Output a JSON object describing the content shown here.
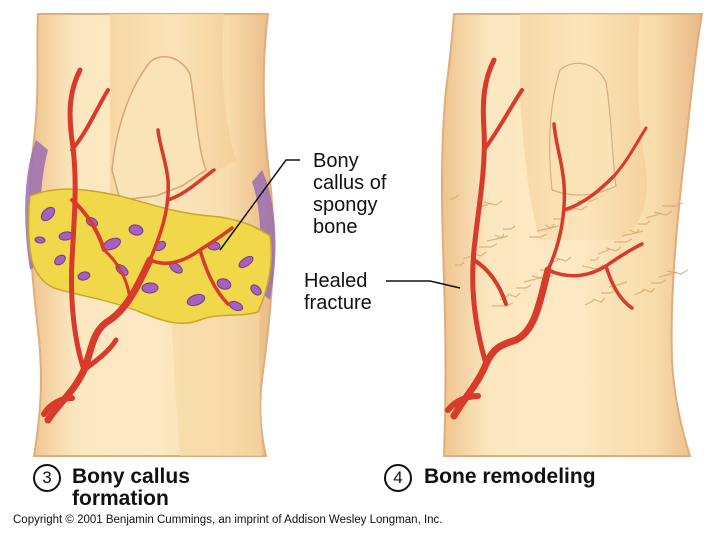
{
  "labels": {
    "callus": [
      "Bony",
      "callus of",
      "spongy",
      "bone"
    ],
    "healed": [
      "Healed",
      "fracture"
    ]
  },
  "panels": [
    {
      "number": "3",
      "title_lines": [
        "Bony callus",
        "formation"
      ]
    },
    {
      "number": "4",
      "title_lines": [
        "Bone remodeling"
      ]
    }
  ],
  "copyright": "Copyright © 2001 Benjamin Cummings, an imprint of Addison Wesley Longman, Inc.",
  "colors": {
    "bone": "#f8dca8",
    "bone_edge": "#e7b98a",
    "callus": "#f1d84a",
    "vessel": "#d83a2c",
    "cell": "#a860c0",
    "purple_tissue": "#9b6fb0"
  }
}
